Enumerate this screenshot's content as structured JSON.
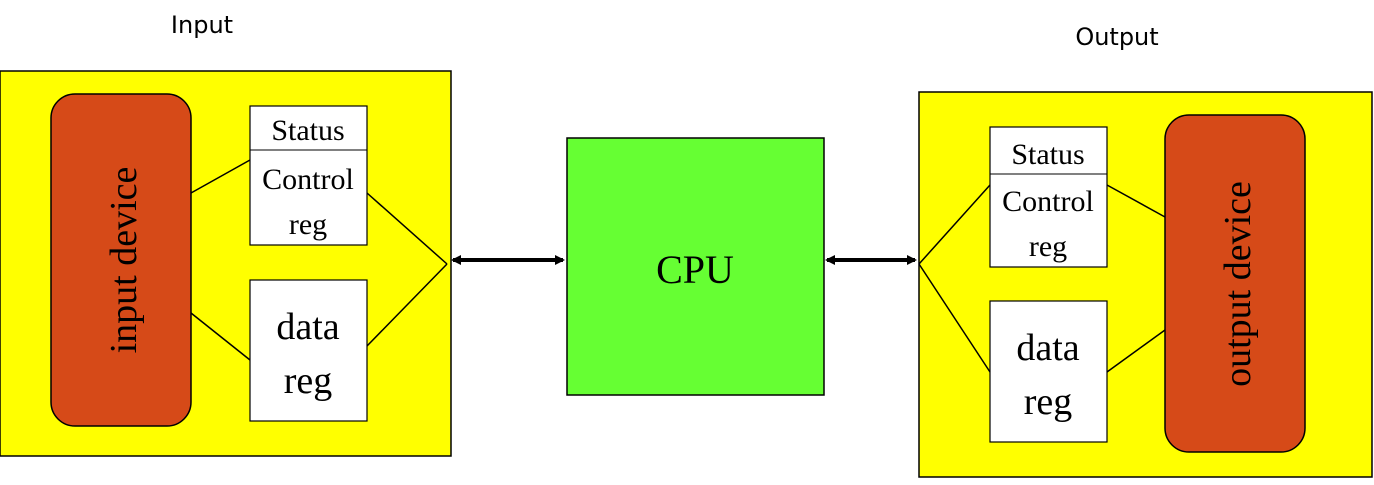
{
  "input_side": {
    "heading": "Input",
    "device_label": "input device",
    "status_label": "Status",
    "control_label_line1": "Control",
    "control_label_line2": "reg",
    "data_label_line1": "data",
    "data_label_line2": "reg"
  },
  "output_side": {
    "heading": "Output",
    "device_label": "output device",
    "status_label": "Status",
    "control_label_line1": "Control",
    "control_label_line2": "reg",
    "data_label_line1": "data",
    "data_label_line2": "reg"
  },
  "cpu": {
    "label": "CPU"
  },
  "colors": {
    "panel_fill": "#ffff00",
    "device_fill": "#d64a18",
    "cpu_fill": "#66ff33",
    "register_fill": "#ffffff",
    "stroke": "#000000"
  },
  "icons": {
    "bus_arrow": "double-headed-arrow"
  }
}
